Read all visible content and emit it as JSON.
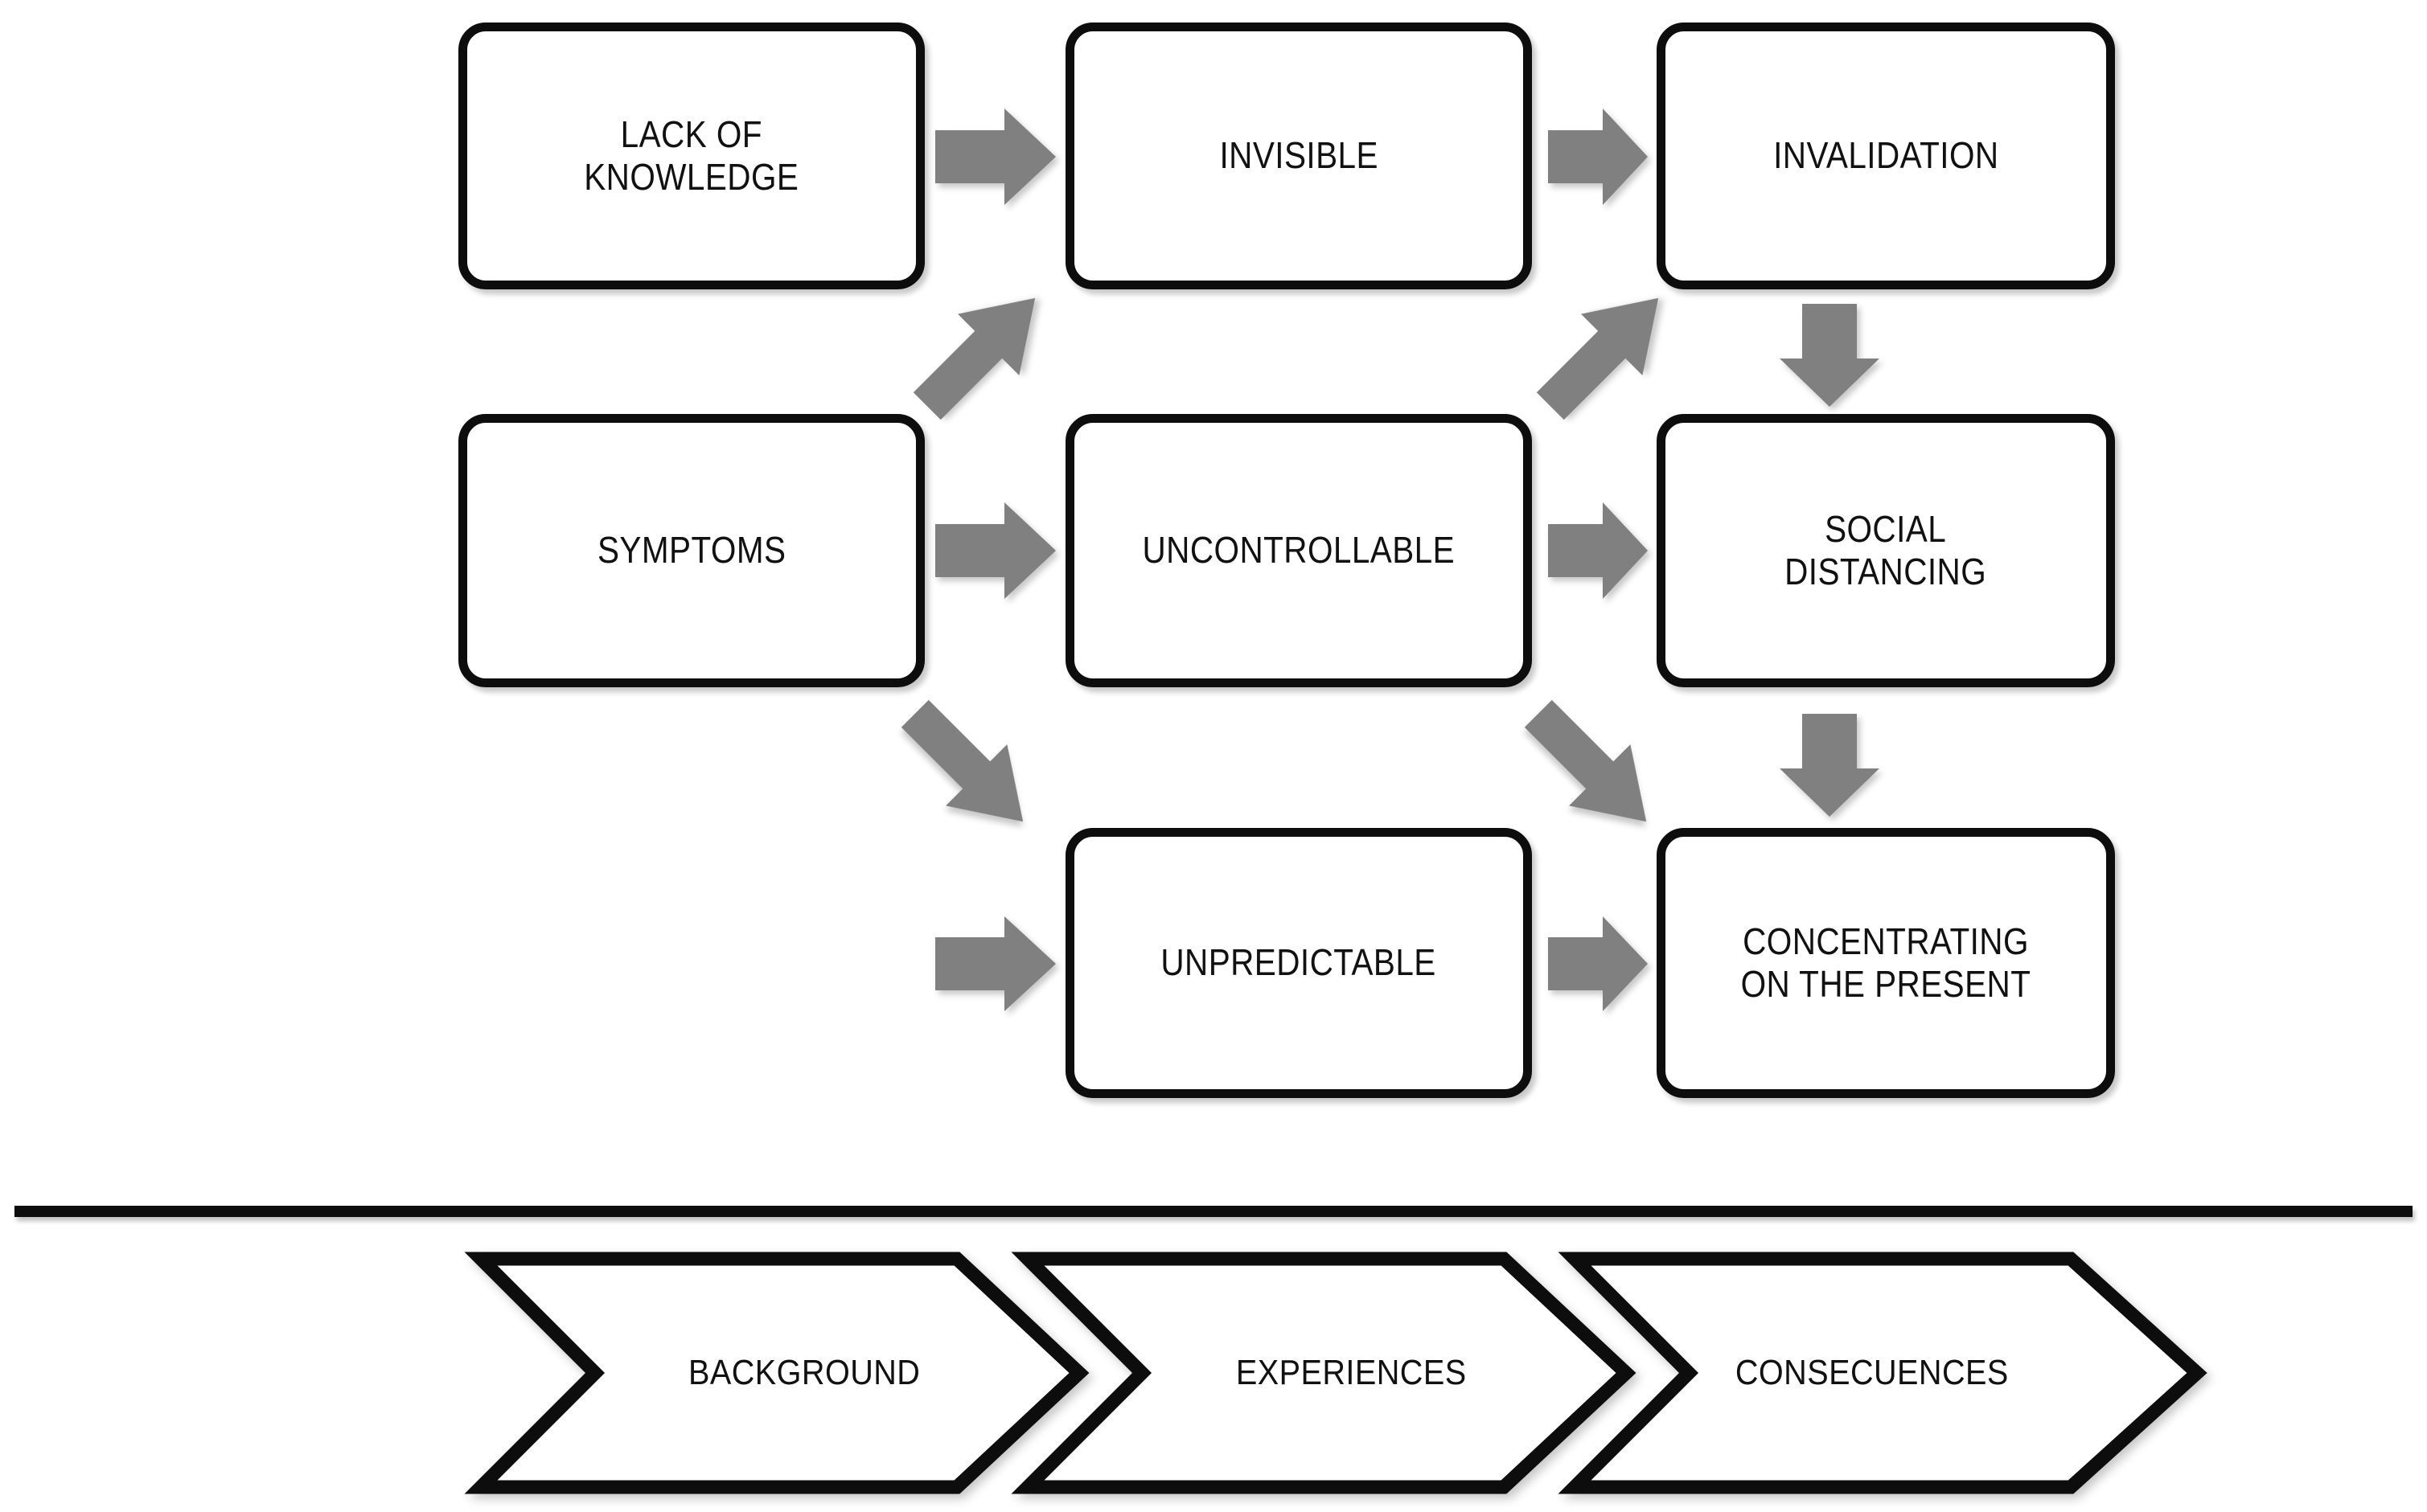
{
  "diagram": {
    "title": "Illness experience flow diagram",
    "colors": {
      "box_border": "#0d0d0d",
      "box_fill": "#ffffff",
      "arrow_fill": "#808080",
      "text": "#111111",
      "divider": "#0d0d0d",
      "page_background": "#ffffff"
    },
    "nodes": [
      {
        "id": "lack-of-knowledge",
        "label": "LACK OF\nKNOWLEDGE",
        "row": 1,
        "col": 1
      },
      {
        "id": "invisible",
        "label": "INVISIBLE",
        "row": 1,
        "col": 2
      },
      {
        "id": "invalidation",
        "label": "INVALIDATION",
        "row": 1,
        "col": 3
      },
      {
        "id": "symptoms",
        "label": "SYMPTOMS",
        "row": 2,
        "col": 1
      },
      {
        "id": "uncontrollable",
        "label": "UNCONTROLLABLE",
        "row": 2,
        "col": 2
      },
      {
        "id": "social-distancing",
        "label": "SOCIAL\nDISTANCING",
        "row": 2,
        "col": 3
      },
      {
        "id": "unpredictable",
        "label": "UNPREDICTABLE",
        "row": 3,
        "col": 2
      },
      {
        "id": "concentrating-on-the-present",
        "label": "CONCENTRATING\nON THE PRESENT",
        "row": 3,
        "col": 3
      }
    ],
    "connectors": [
      {
        "id": "lack-of-knowledge-to-invisible",
        "from": "lack-of-knowledge",
        "to": "invisible",
        "direction": "right"
      },
      {
        "id": "invisible-to-invalidation",
        "from": "invisible",
        "to": "invalidation",
        "direction": "right"
      },
      {
        "id": "symptoms-to-uncontrollable",
        "from": "symptoms",
        "to": "uncontrollable",
        "direction": "right"
      },
      {
        "id": "uncontrollable-to-social-distancing",
        "from": "uncontrollable",
        "to": "social-distancing",
        "direction": "right"
      },
      {
        "id": "to-unpredictable",
        "from": "symptoms",
        "to": "unpredictable",
        "direction": "right"
      },
      {
        "id": "unpredictable-to-concentrating",
        "from": "unpredictable",
        "to": "concentrating-on-the-present",
        "direction": "right"
      },
      {
        "id": "symptoms-to-invisible",
        "from": "symptoms",
        "to": "invisible",
        "direction": "up-right"
      },
      {
        "id": "uncontrollable-to-invalidation",
        "from": "uncontrollable",
        "to": "invalidation",
        "direction": "up-right"
      },
      {
        "id": "symptoms-to-unpredictable",
        "from": "symptoms",
        "to": "unpredictable",
        "direction": "down-right"
      },
      {
        "id": "uncontrollable-to-concentrating",
        "from": "uncontrollable",
        "to": "concentrating-on-the-present",
        "direction": "down-right"
      },
      {
        "id": "invalidation-to-social-distancing",
        "from": "invalidation",
        "to": "social-distancing",
        "direction": "down"
      },
      {
        "id": "social-distancing-to-concentrating",
        "from": "social-distancing",
        "to": "concentrating-on-the-present",
        "direction": "down"
      }
    ],
    "phases": [
      {
        "id": "background",
        "label": "BACKGROUND"
      },
      {
        "id": "experiences",
        "label": "EXPERIENCES"
      },
      {
        "id": "consecuences",
        "label": "CONSECUENCES"
      }
    ]
  }
}
